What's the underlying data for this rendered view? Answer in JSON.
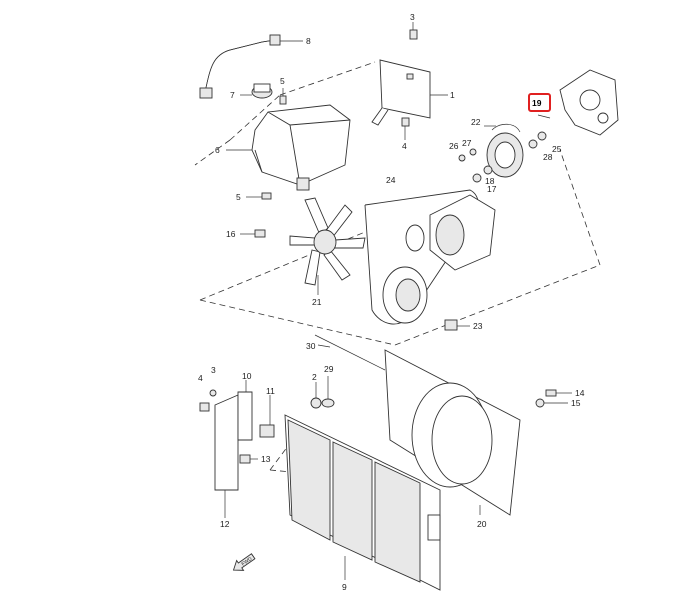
{
  "callouts": [
    {
      "id": "c1",
      "label": "1"
    },
    {
      "id": "c2",
      "label": "2"
    },
    {
      "id": "c3a",
      "label": "3"
    },
    {
      "id": "c3b",
      "label": "3"
    },
    {
      "id": "c4a",
      "label": "4"
    },
    {
      "id": "c4b",
      "label": "4"
    },
    {
      "id": "c5a",
      "label": "5"
    },
    {
      "id": "c5b",
      "label": "5"
    },
    {
      "id": "c6",
      "label": "6"
    },
    {
      "id": "c7",
      "label": "7"
    },
    {
      "id": "c8",
      "label": "8"
    },
    {
      "id": "c9",
      "label": "9"
    },
    {
      "id": "c10",
      "label": "10"
    },
    {
      "id": "c11",
      "label": "11"
    },
    {
      "id": "c12",
      "label": "12"
    },
    {
      "id": "c13",
      "label": "13"
    },
    {
      "id": "c14",
      "label": "14"
    },
    {
      "id": "c15",
      "label": "15"
    },
    {
      "id": "c16",
      "label": "16"
    },
    {
      "id": "c17",
      "label": "17"
    },
    {
      "id": "c18",
      "label": "18"
    },
    {
      "id": "c19",
      "label": "19"
    },
    {
      "id": "c20",
      "label": "20"
    },
    {
      "id": "c21",
      "label": "21"
    },
    {
      "id": "c22",
      "label": "22"
    },
    {
      "id": "c23",
      "label": "23"
    },
    {
      "id": "c24",
      "label": "24"
    },
    {
      "id": "c25",
      "label": "25"
    },
    {
      "id": "c26",
      "label": "26"
    },
    {
      "id": "c27",
      "label": "27"
    },
    {
      "id": "c28",
      "label": "28"
    },
    {
      "id": "c29",
      "label": "29"
    },
    {
      "id": "c30",
      "label": "30"
    }
  ],
  "highlighted_callout": "19",
  "highlight_color": "#e02020",
  "direction_marker": "FWD"
}
